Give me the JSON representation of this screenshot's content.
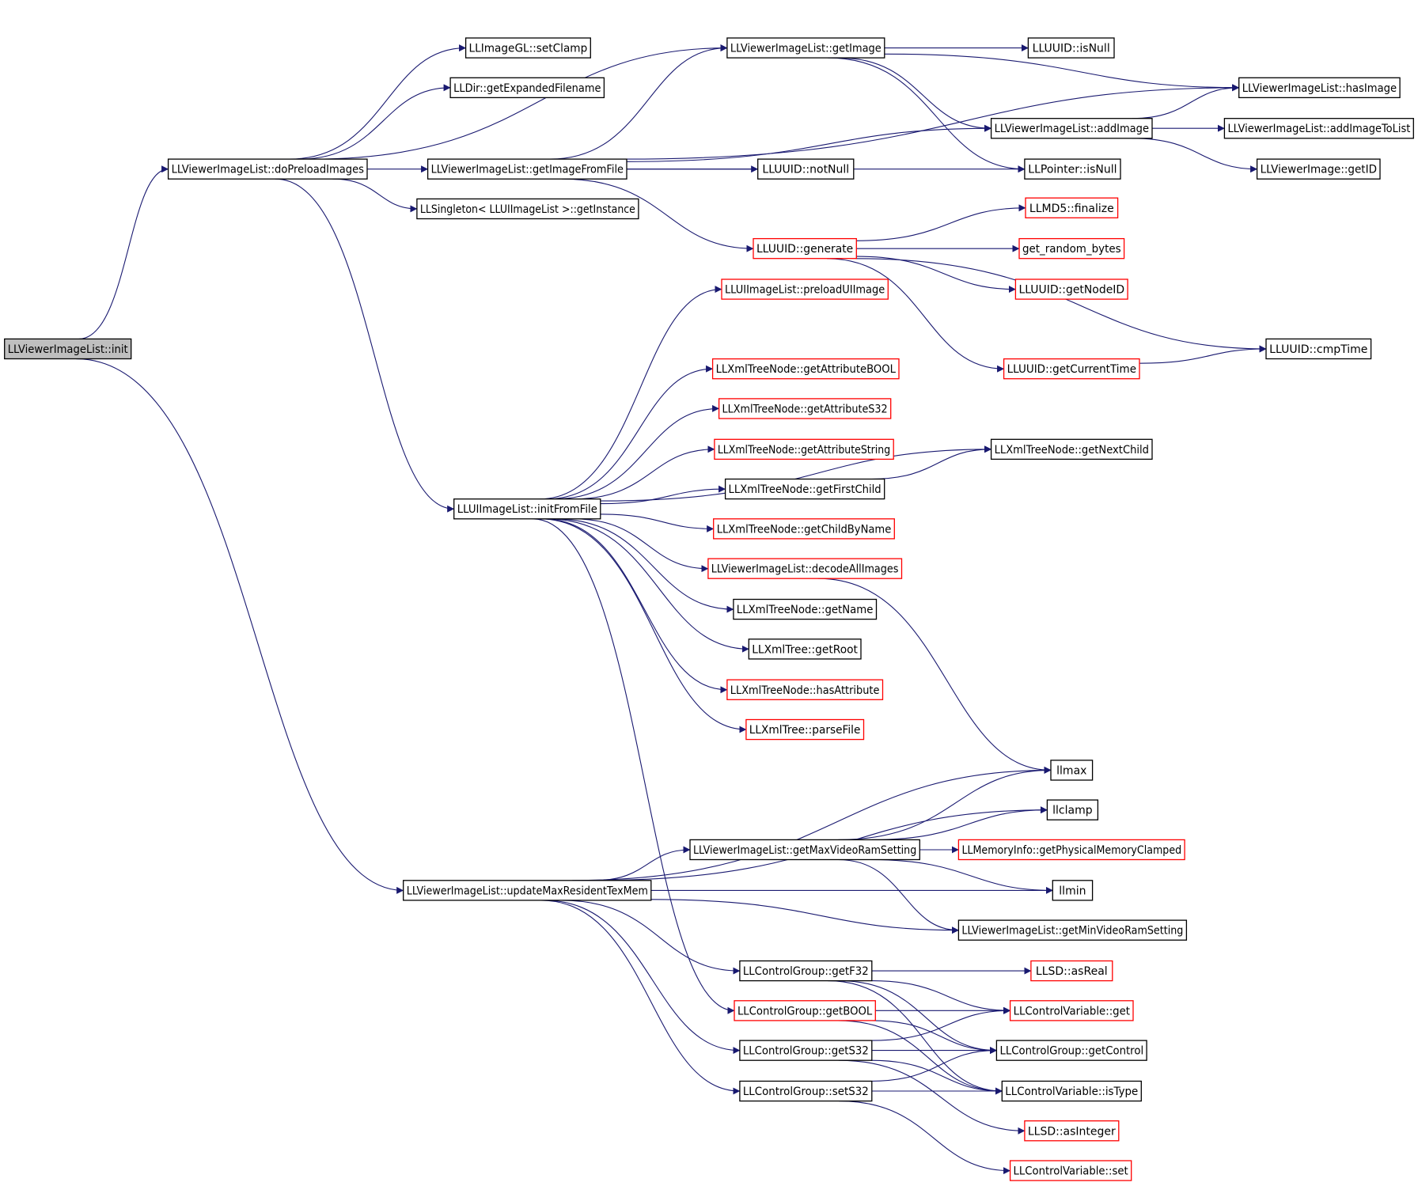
{
  "colors": {
    "edge": "#191970",
    "internal_border": "#000000",
    "external_border": "#ff0000",
    "root_fill": "#bfbfbf"
  },
  "nodes": {
    "init": {
      "label": "LLViewerImageList::init",
      "kind": "root"
    },
    "doPreloadImages": {
      "label": "LLViewerImageList::doPreloadImages",
      "kind": "internal"
    },
    "initFromFile": {
      "label": "LLUIImageList::initFromFile",
      "kind": "internal"
    },
    "updateMaxResidentTexMem": {
      "label": "LLViewerImageList::updateMaxResidentTexMem",
      "kind": "internal"
    },
    "setClamp": {
      "label": "LLImageGL::setClamp",
      "kind": "internal"
    },
    "getExpandedFilename": {
      "label": "LLDir::getExpandedFilename",
      "kind": "internal"
    },
    "getImageFromFile": {
      "label": "LLViewerImageList::getImageFromFile",
      "kind": "internal"
    },
    "getInstance": {
      "label": "LLSingleton< LLUIImageList >::getInstance",
      "kind": "internal"
    },
    "getImage": {
      "label": "LLViewerImageList::getImage",
      "kind": "internal"
    },
    "uuidIsNull": {
      "label": "LLUUID::isNull",
      "kind": "internal"
    },
    "hasImage": {
      "label": "LLViewerImageList::hasImage",
      "kind": "internal"
    },
    "addImage": {
      "label": "LLViewerImageList::addImage",
      "kind": "internal"
    },
    "addImageToList": {
      "label": "LLViewerImageList::addImageToList",
      "kind": "internal"
    },
    "notNull": {
      "label": "LLUUID::notNull",
      "kind": "internal"
    },
    "pointerIsNull": {
      "label": "LLPointer::isNull",
      "kind": "internal"
    },
    "getID": {
      "label": "LLViewerImage::getID",
      "kind": "internal"
    },
    "generate": {
      "label": "LLUUID::generate",
      "kind": "external"
    },
    "finalize": {
      "label": "LLMD5::finalize",
      "kind": "external"
    },
    "getRandomBytes": {
      "label": "get_random_bytes",
      "kind": "external"
    },
    "getNodeID": {
      "label": "LLUUID::getNodeID",
      "kind": "external"
    },
    "cmpTime": {
      "label": "LLUUID::cmpTime",
      "kind": "internal"
    },
    "getCurrentTime": {
      "label": "LLUUID::getCurrentTime",
      "kind": "external"
    },
    "preloadUIImage": {
      "label": "LLUIImageList::preloadUIImage",
      "kind": "external"
    },
    "getAttributeBOOL": {
      "label": "LLXmlTreeNode::getAttributeBOOL",
      "kind": "external"
    },
    "getAttributeS32": {
      "label": "LLXmlTreeNode::getAttributeS32",
      "kind": "external"
    },
    "getAttributeString": {
      "label": "LLXmlTreeNode::getAttributeString",
      "kind": "external"
    },
    "getNextChild": {
      "label": "LLXmlTreeNode::getNextChild",
      "kind": "internal"
    },
    "getFirstChild": {
      "label": "LLXmlTreeNode::getFirstChild",
      "kind": "internal"
    },
    "getChildByName": {
      "label": "LLXmlTreeNode::getChildByName",
      "kind": "external"
    },
    "decodeAllImages": {
      "label": "LLViewerImageList::decodeAllImages",
      "kind": "external"
    },
    "getName": {
      "label": "LLXmlTreeNode::getName",
      "kind": "internal"
    },
    "getRoot": {
      "label": "LLXmlTree::getRoot",
      "kind": "internal"
    },
    "hasAttribute": {
      "label": "LLXmlTreeNode::hasAttribute",
      "kind": "external"
    },
    "parseFile": {
      "label": "LLXmlTree::parseFile",
      "kind": "external"
    },
    "llmax": {
      "label": "llmax",
      "kind": "internal"
    },
    "llclamp": {
      "label": "llclamp",
      "kind": "internal"
    },
    "getMaxVideoRamSetting": {
      "label": "LLViewerImageList::getMaxVideoRamSetting",
      "kind": "internal"
    },
    "getPhysicalMemoryClamped": {
      "label": "LLMemoryInfo::getPhysicalMemoryClamped",
      "kind": "external"
    },
    "llmin": {
      "label": "llmin",
      "kind": "internal"
    },
    "getMinVideoRamSetting": {
      "label": "LLViewerImageList::getMinVideoRamSetting",
      "kind": "internal"
    },
    "getF32": {
      "label": "LLControlGroup::getF32",
      "kind": "internal"
    },
    "asReal": {
      "label": "LLSD::asReal",
      "kind": "external"
    },
    "getBOOL": {
      "label": "LLControlGroup::getBOOL",
      "kind": "external"
    },
    "cvGet": {
      "label": "LLControlVariable::get",
      "kind": "external"
    },
    "getS32": {
      "label": "LLControlGroup::getS32",
      "kind": "internal"
    },
    "getControl": {
      "label": "LLControlGroup::getControl",
      "kind": "internal"
    },
    "setS32": {
      "label": "LLControlGroup::setS32",
      "kind": "internal"
    },
    "isType": {
      "label": "LLControlVariable::isType",
      "kind": "internal"
    },
    "asInteger": {
      "label": "LLSD::asInteger",
      "kind": "external"
    },
    "cvSet": {
      "label": "LLControlVariable::set",
      "kind": "external"
    }
  },
  "edges": [
    [
      "init",
      "doPreloadImages"
    ],
    [
      "init",
      "updateMaxResidentTexMem"
    ],
    [
      "doPreloadImages",
      "setClamp"
    ],
    [
      "doPreloadImages",
      "getExpandedFilename"
    ],
    [
      "doPreloadImages",
      "getImage"
    ],
    [
      "doPreloadImages",
      "getImageFromFile"
    ],
    [
      "doPreloadImages",
      "getInstance"
    ],
    [
      "doPreloadImages",
      "initFromFile"
    ],
    [
      "getImage",
      "uuidIsNull"
    ],
    [
      "getImage",
      "hasImage"
    ],
    [
      "getImage",
      "addImage"
    ],
    [
      "getImage",
      "pointerIsNull"
    ],
    [
      "getImageFromFile",
      "getImage"
    ],
    [
      "getImageFromFile",
      "hasImage"
    ],
    [
      "getImageFromFile",
      "addImage"
    ],
    [
      "getImageFromFile",
      "notNull"
    ],
    [
      "getImageFromFile",
      "pointerIsNull"
    ],
    [
      "getImageFromFile",
      "generate"
    ],
    [
      "addImage",
      "hasImage"
    ],
    [
      "addImage",
      "addImageToList"
    ],
    [
      "addImage",
      "getID"
    ],
    [
      "generate",
      "finalize"
    ],
    [
      "generate",
      "getRandomBytes"
    ],
    [
      "generate",
      "getNodeID"
    ],
    [
      "generate",
      "cmpTime"
    ],
    [
      "generate",
      "getCurrentTime"
    ],
    [
      "getCurrentTime",
      "cmpTime"
    ],
    [
      "initFromFile",
      "preloadUIImage"
    ],
    [
      "initFromFile",
      "getAttributeBOOL"
    ],
    [
      "initFromFile",
      "getAttributeS32"
    ],
    [
      "initFromFile",
      "getAttributeString"
    ],
    [
      "initFromFile",
      "getNextChild"
    ],
    [
      "initFromFile",
      "getFirstChild"
    ],
    [
      "initFromFile",
      "getChildByName"
    ],
    [
      "initFromFile",
      "decodeAllImages"
    ],
    [
      "initFromFile",
      "getName"
    ],
    [
      "initFromFile",
      "getRoot"
    ],
    [
      "initFromFile",
      "hasAttribute"
    ],
    [
      "initFromFile",
      "parseFile"
    ],
    [
      "initFromFile",
      "getBOOL"
    ],
    [
      "getFirstChild",
      "getNextChild"
    ],
    [
      "decodeAllImages",
      "llmax"
    ],
    [
      "updateMaxResidentTexMem",
      "llmax"
    ],
    [
      "updateMaxResidentTexMem",
      "llclamp"
    ],
    [
      "updateMaxResidentTexMem",
      "getMaxVideoRamSetting"
    ],
    [
      "updateMaxResidentTexMem",
      "llmin"
    ],
    [
      "updateMaxResidentTexMem",
      "getMinVideoRamSetting"
    ],
    [
      "updateMaxResidentTexMem",
      "getF32"
    ],
    [
      "updateMaxResidentTexMem",
      "getS32"
    ],
    [
      "updateMaxResidentTexMem",
      "setS32"
    ],
    [
      "getMaxVideoRamSetting",
      "llmax"
    ],
    [
      "getMaxVideoRamSetting",
      "llclamp"
    ],
    [
      "getMaxVideoRamSetting",
      "getPhysicalMemoryClamped"
    ],
    [
      "getMaxVideoRamSetting",
      "llmin"
    ],
    [
      "getMaxVideoRamSetting",
      "getMinVideoRamSetting"
    ],
    [
      "getF32",
      "asReal"
    ],
    [
      "getF32",
      "cvGet"
    ],
    [
      "getF32",
      "getControl"
    ],
    [
      "getF32",
      "isType"
    ],
    [
      "getBOOL",
      "cvGet"
    ],
    [
      "getBOOL",
      "getControl"
    ],
    [
      "getBOOL",
      "isType"
    ],
    [
      "getS32",
      "cvGet"
    ],
    [
      "getS32",
      "getControl"
    ],
    [
      "getS32",
      "isType"
    ],
    [
      "getS32",
      "asInteger"
    ],
    [
      "setS32",
      "getControl"
    ],
    [
      "setS32",
      "isType"
    ],
    [
      "setS32",
      "cvSet"
    ]
  ]
}
